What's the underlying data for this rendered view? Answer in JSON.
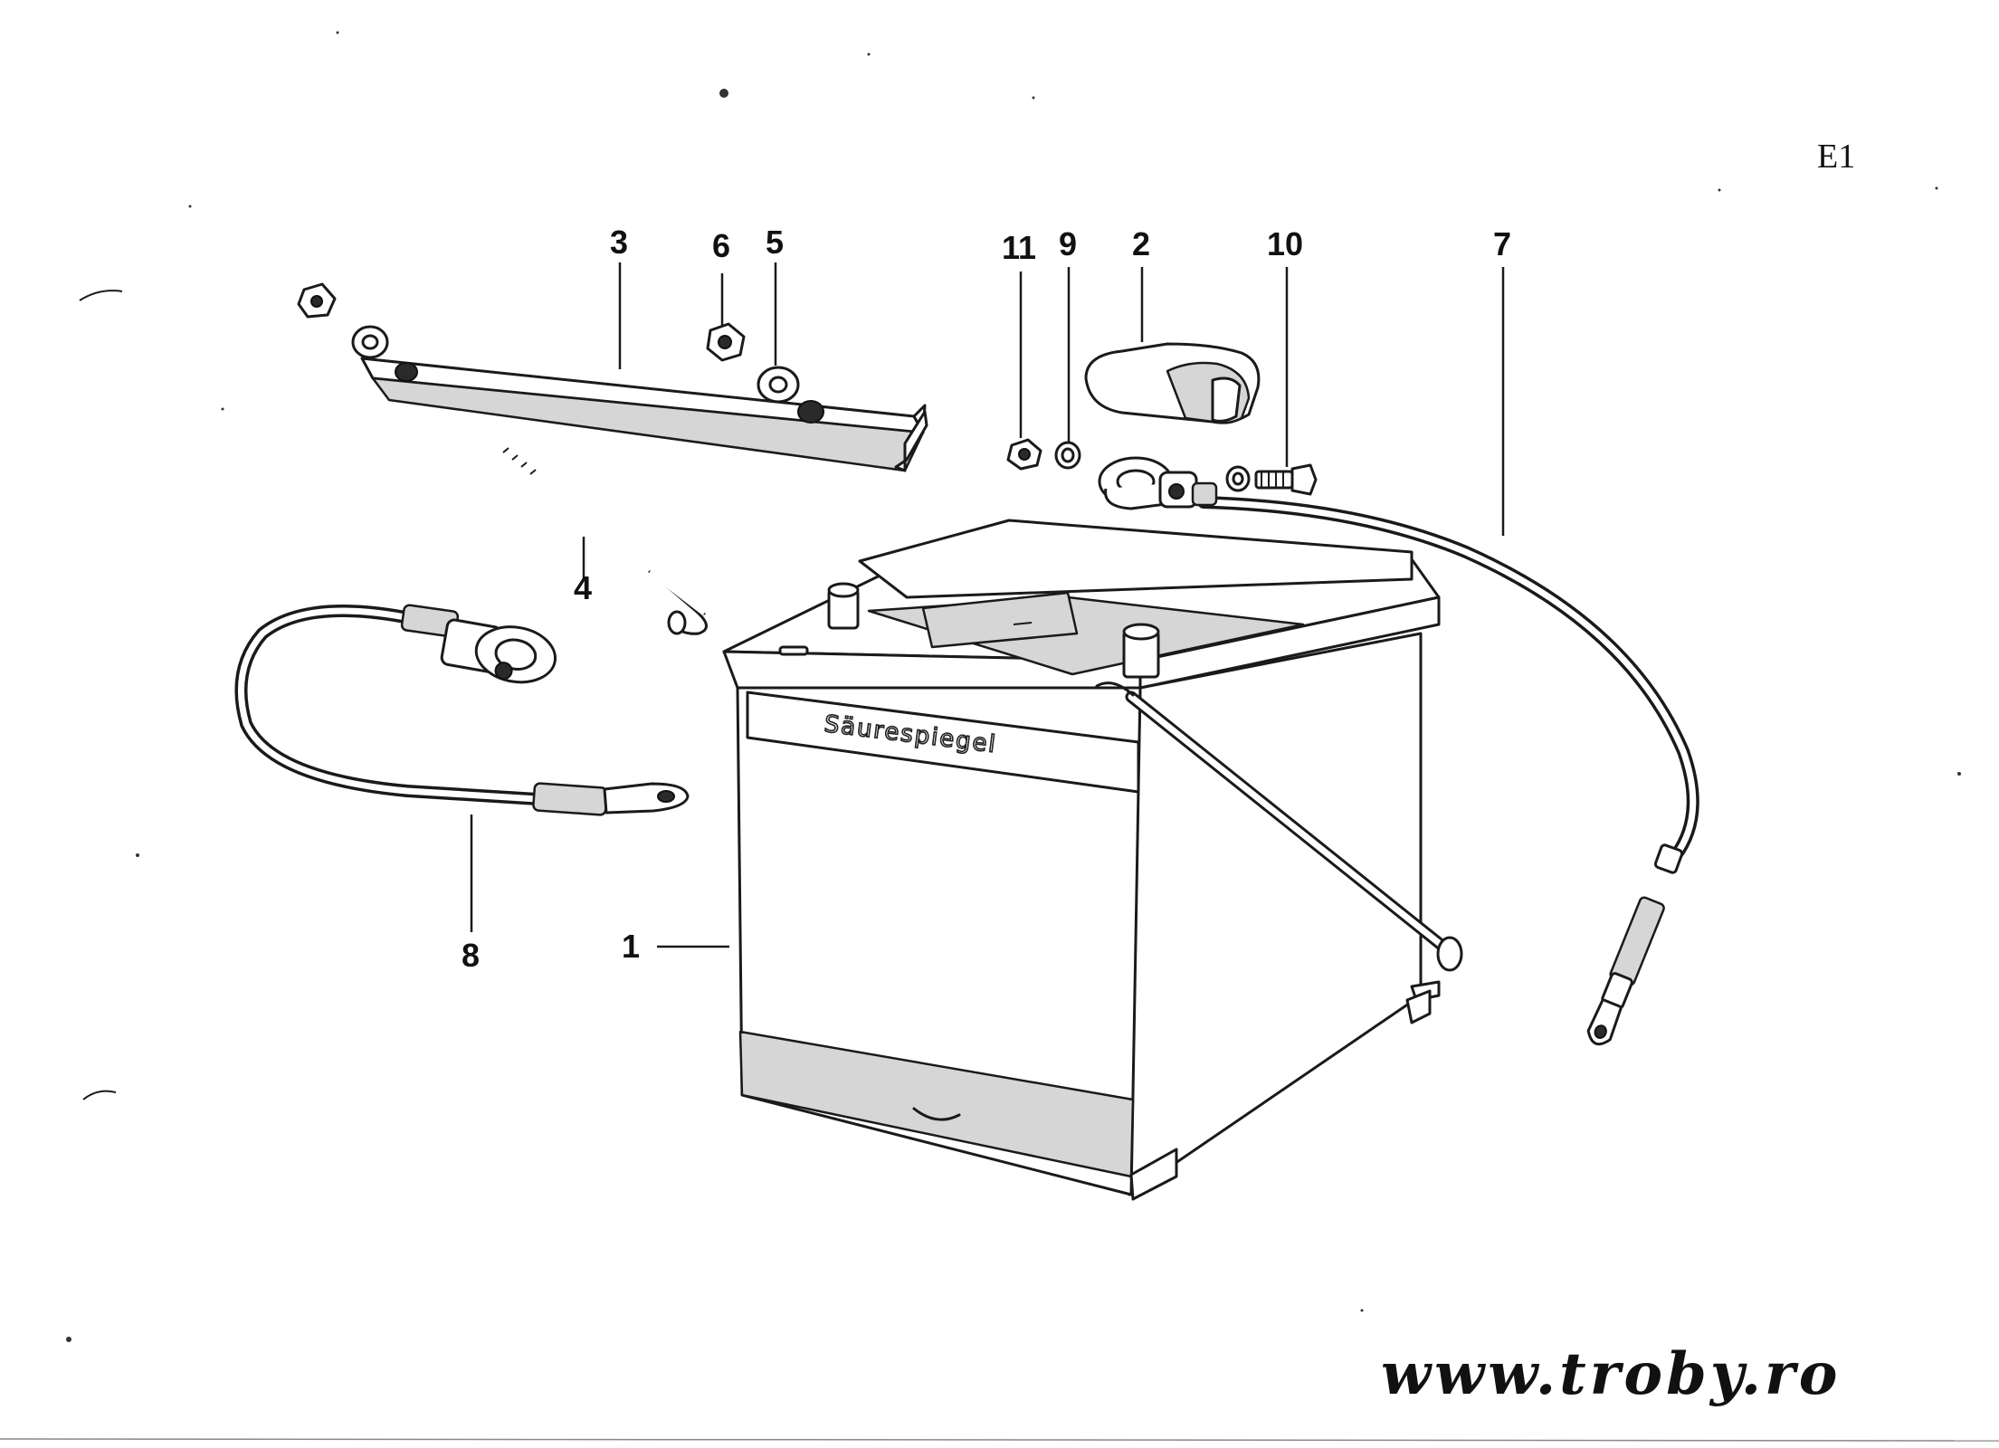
{
  "sheet_code": "E1",
  "battery_label": "Säurespiegel",
  "watermark": "www.troby.ro",
  "callouts": [
    {
      "id": "1",
      "label": "1"
    },
    {
      "id": "2",
      "label": "2"
    },
    {
      "id": "3",
      "label": "3"
    },
    {
      "id": "4",
      "label": "4"
    },
    {
      "id": "5",
      "label": "5"
    },
    {
      "id": "6",
      "label": "6"
    },
    {
      "id": "7",
      "label": "7"
    },
    {
      "id": "8",
      "label": "8"
    },
    {
      "id": "9",
      "label": "9"
    },
    {
      "id": "10",
      "label": "10"
    },
    {
      "id": "11",
      "label": "11"
    }
  ]
}
